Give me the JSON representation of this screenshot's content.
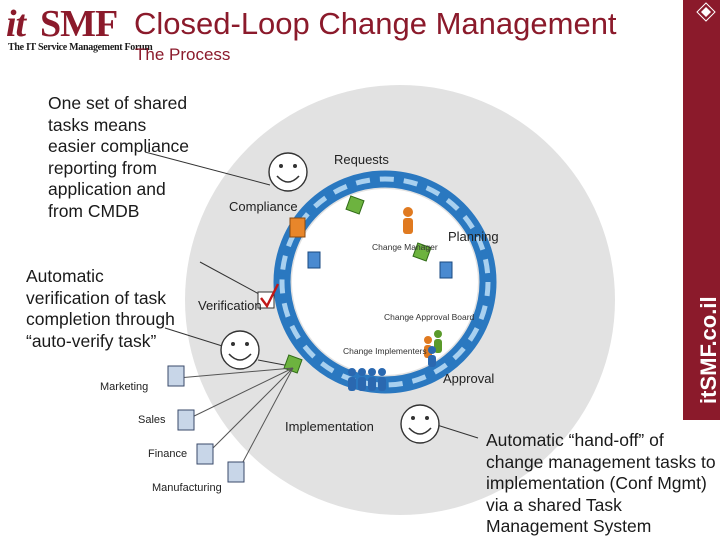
{
  "logo": {
    "it": "it",
    "smf": "SMF",
    "subtitle": "The IT Service Management Forum"
  },
  "header": {
    "title": "Closed-Loop Change Management",
    "subtitle": "The Process"
  },
  "side_bar": {
    "text": "itSMF.co.il",
    "color": "#8b1a2b"
  },
  "notes": {
    "top_left": "One set of shared tasks means easier compliance reporting from application and from CMDB",
    "middle_left": "Automatic verification of task completion through “auto-verify task”",
    "bottom_right": "Automatic “hand-off” of change management tasks to implementation (Conf Mgmt) via a shared Task Management System"
  },
  "cycle": {
    "stages": {
      "requests": "Requests",
      "compliance": "Compliance",
      "planning": "Planning",
      "verification": "Verification",
      "approval": "Approval",
      "implementation": "Implementation"
    },
    "roles": {
      "change_manager": "Change Manager",
      "change_approval_board": "Change Approval Board",
      "change_implementers": "Change Implementers"
    }
  },
  "departments": {
    "marketing": "Marketing",
    "sales": "Sales",
    "finance": "Finance",
    "manufacturing": "Manufacturing"
  },
  "colors": {
    "brand": "#8b1a2b",
    "ring": "#2a78c0",
    "ring_light": "#a8d0ef",
    "disc": "#e2e2e2",
    "person_orange": "#e07a20",
    "person_green": "#5a9a2a",
    "person_blue": "#2a68b0"
  }
}
